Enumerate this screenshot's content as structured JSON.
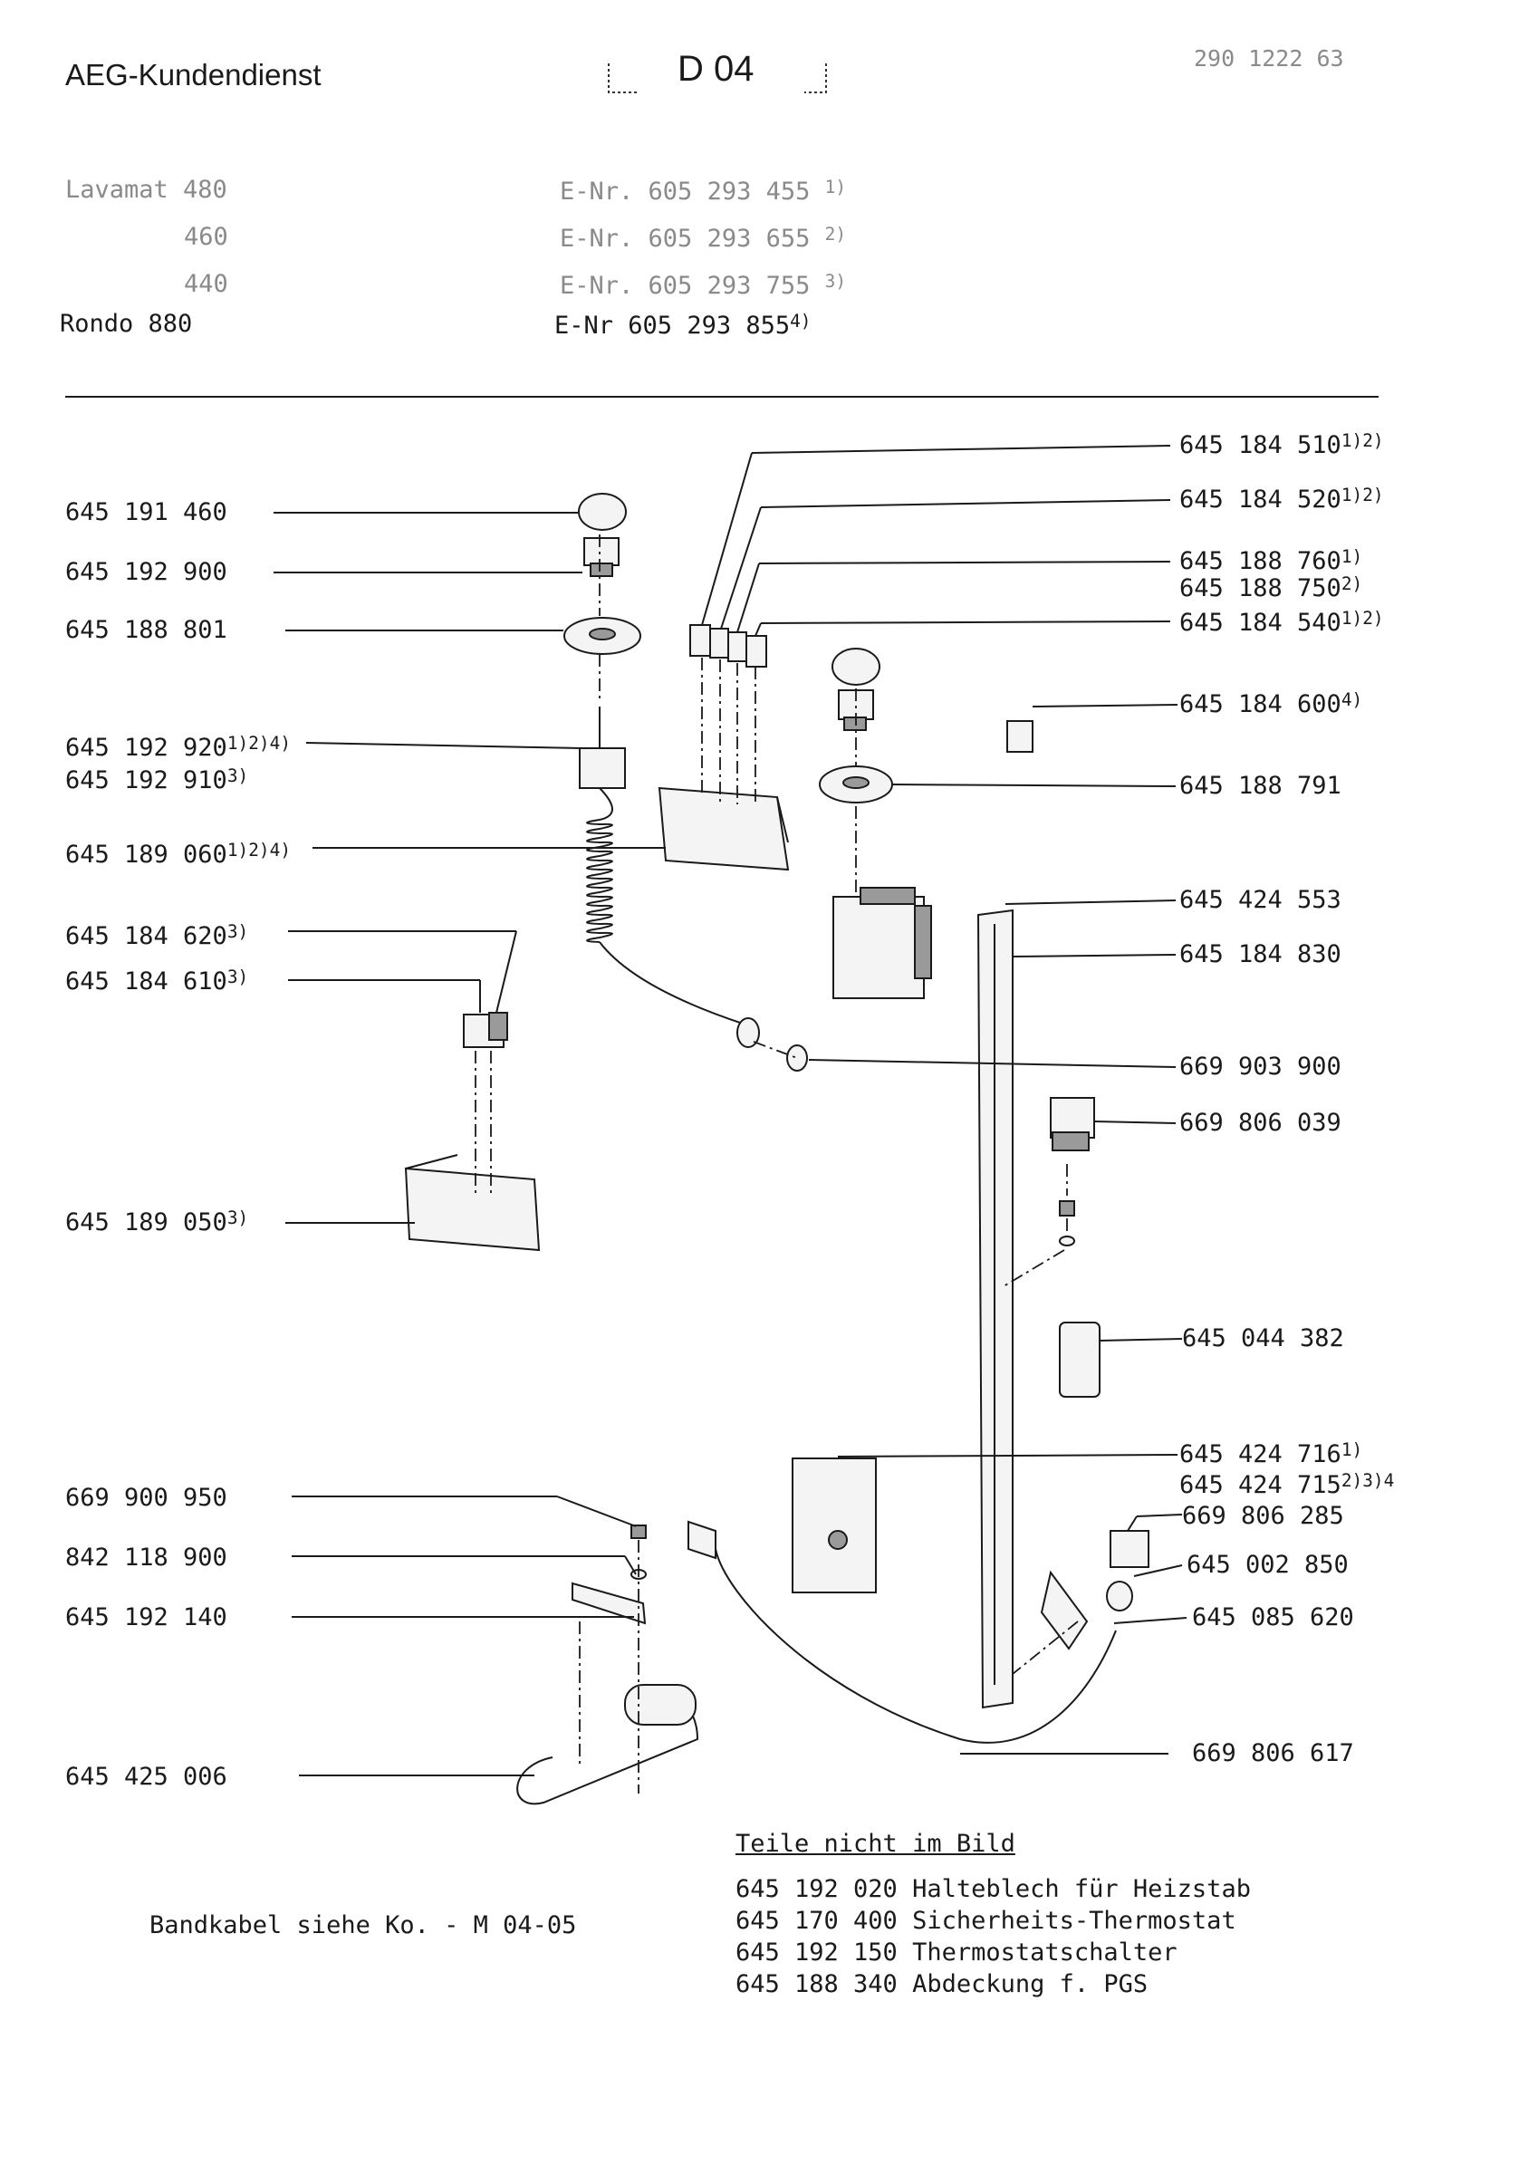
{
  "header": {
    "company": "AEG-Kundendienst",
    "section": "D 04",
    "docnum": "290 1222 63"
  },
  "models": [
    {
      "name": "Lavamat 480",
      "enr_label": "E-Nr.",
      "enr": "605 293 455",
      "note": "1)"
    },
    {
      "name": "460",
      "enr_label": "E-Nr.",
      "enr": "605 293 655",
      "note": "2)"
    },
    {
      "name": "440",
      "enr_label": "E-Nr.",
      "enr": "605 293 755",
      "note": "3)"
    },
    {
      "name": "Rondo  880",
      "enr_label": "E-Nr",
      "enr": "605 293 855",
      "note": "4)"
    }
  ],
  "left_parts": [
    {
      "num": "645 191 460",
      "sup": ""
    },
    {
      "num": "645 192 900",
      "sup": ""
    },
    {
      "num": "645 188 801",
      "sup": ""
    },
    {
      "num": "645 192 920",
      "sup": "1)2)4)"
    },
    {
      "num": "645 192 910",
      "sup": "3)"
    },
    {
      "num": "645 189 060",
      "sup": "1)2)4)"
    },
    {
      "num": "645 184 620",
      "sup": "3)"
    },
    {
      "num": "645 184 610",
      "sup": "3)"
    },
    {
      "num": "645 189 050",
      "sup": "3)"
    },
    {
      "num": "669 900 950",
      "sup": ""
    },
    {
      "num": "842 118 900",
      "sup": ""
    },
    {
      "num": "645 192 140",
      "sup": ""
    },
    {
      "num": "645 425 006",
      "sup": ""
    }
  ],
  "right_parts": [
    {
      "num": "645 184 510",
      "sup": "1)2)"
    },
    {
      "num": "645 184 520",
      "sup": "1)2)"
    },
    {
      "num": "645 188 760",
      "sup": "1)"
    },
    {
      "num": "645 188 750",
      "sup": "2)"
    },
    {
      "num": "645 184 540",
      "sup": "1)2)"
    },
    {
      "num": "645 184 600",
      "sup": "4)"
    },
    {
      "num": "645 188 791",
      "sup": ""
    },
    {
      "num": "645 424 553",
      "sup": ""
    },
    {
      "num": "645 184 830",
      "sup": ""
    },
    {
      "num": "669 903 900",
      "sup": ""
    },
    {
      "num": "669 806 039",
      "sup": ""
    },
    {
      "num": "645 044 382",
      "sup": ""
    },
    {
      "num": "645 424 716",
      "sup": "1)"
    },
    {
      "num": "645 424 715",
      "sup": "2)3)4"
    },
    {
      "num": "669 806 285",
      "sup": ""
    },
    {
      "num": "645 002 850",
      "sup": ""
    },
    {
      "num": "645 085 620",
      "sup": ""
    },
    {
      "num": "669 806 617",
      "sup": ""
    }
  ],
  "not_pictured": {
    "title": "Teile nicht im Bild",
    "items": [
      {
        "num": "645 192 020",
        "desc": "Halteblech für Heizstab"
      },
      {
        "num": "645 170 400",
        "desc": "Sicherheits-Thermostat"
      },
      {
        "num": "645 192 150",
        "desc": "Thermostatschalter"
      },
      {
        "num": "645 188 340",
        "desc": "Abdeckung f. PGS"
      }
    ]
  },
  "footnote": "Bandkabel siehe Ko.  -  M 04-05"
}
